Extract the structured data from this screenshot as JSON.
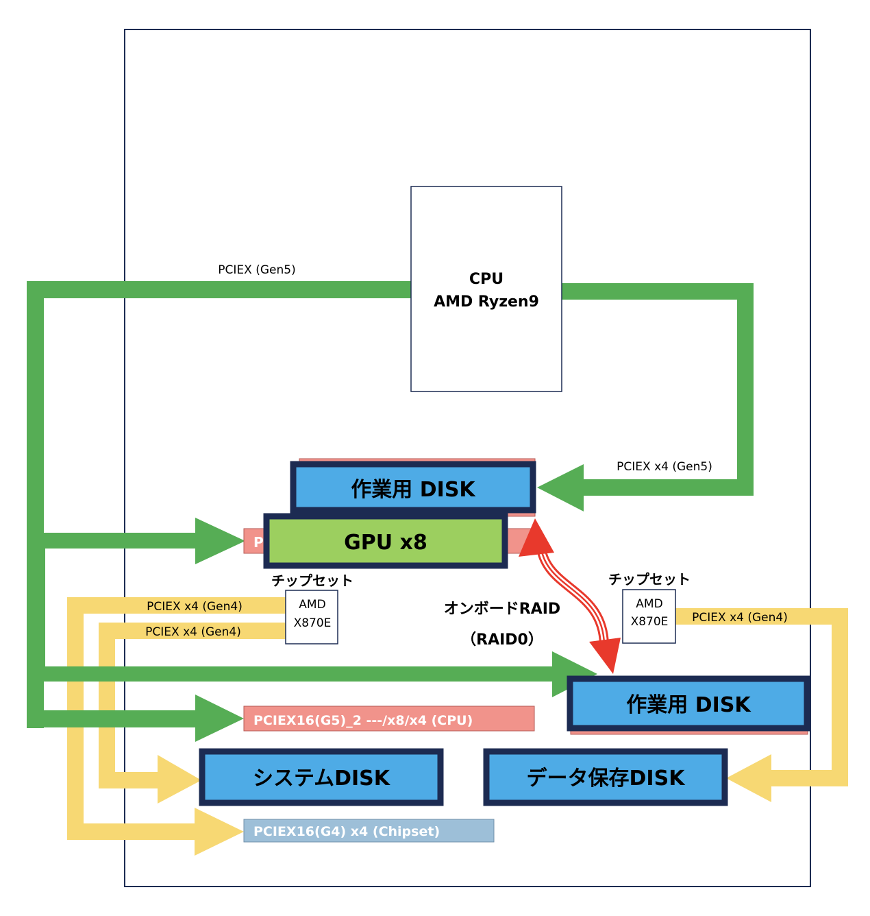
{
  "cpu": {
    "line1": "CPU",
    "line2": "AMD Ryzen9"
  },
  "links": {
    "gen5_left": "PCIEX (Gen5)",
    "gen5_right": "PCIEX x4 (Gen5)",
    "gen4_left_1": "PCIEX x4 (Gen4)",
    "gen4_left_2": "PCIEX x4 (Gen4)",
    "gen4_right": "PCIEX x4 (Gen4)"
  },
  "chipsets": [
    {
      "title": "チップセット",
      "line1": "AMD",
      "line2": "X870E"
    },
    {
      "title": "チップセット",
      "line1": "AMD",
      "line2": "X870E"
    }
  ],
  "slots": {
    "gpu_slot_letter": "P",
    "pciex16_2": "PCIEX16(G5)_2 ---/x8/x4 (CPU)",
    "pciex16_g4": "PCIEX16(G4) x4 (Chipset)"
  },
  "devices": {
    "work_disk_top": "作業用 DISK",
    "gpu": "GPU x8",
    "work_disk_right": "作業用 DISK",
    "system_disk": "システムDISK",
    "data_disk": "データ保存DISK"
  },
  "raid": {
    "line1": "オンボードRAID",
    "line2": "（RAID0）"
  },
  "colors": {
    "green": "#56ad55",
    "yellow": "#f7d873",
    "disk_blue": "#4eabe6",
    "disk_border": "#1c2b52",
    "gpu_green": "#9ccf5f",
    "slot_red": "#f1938b",
    "slot_blue": "#9dbfd8",
    "raid_red": "#e8392c"
  }
}
